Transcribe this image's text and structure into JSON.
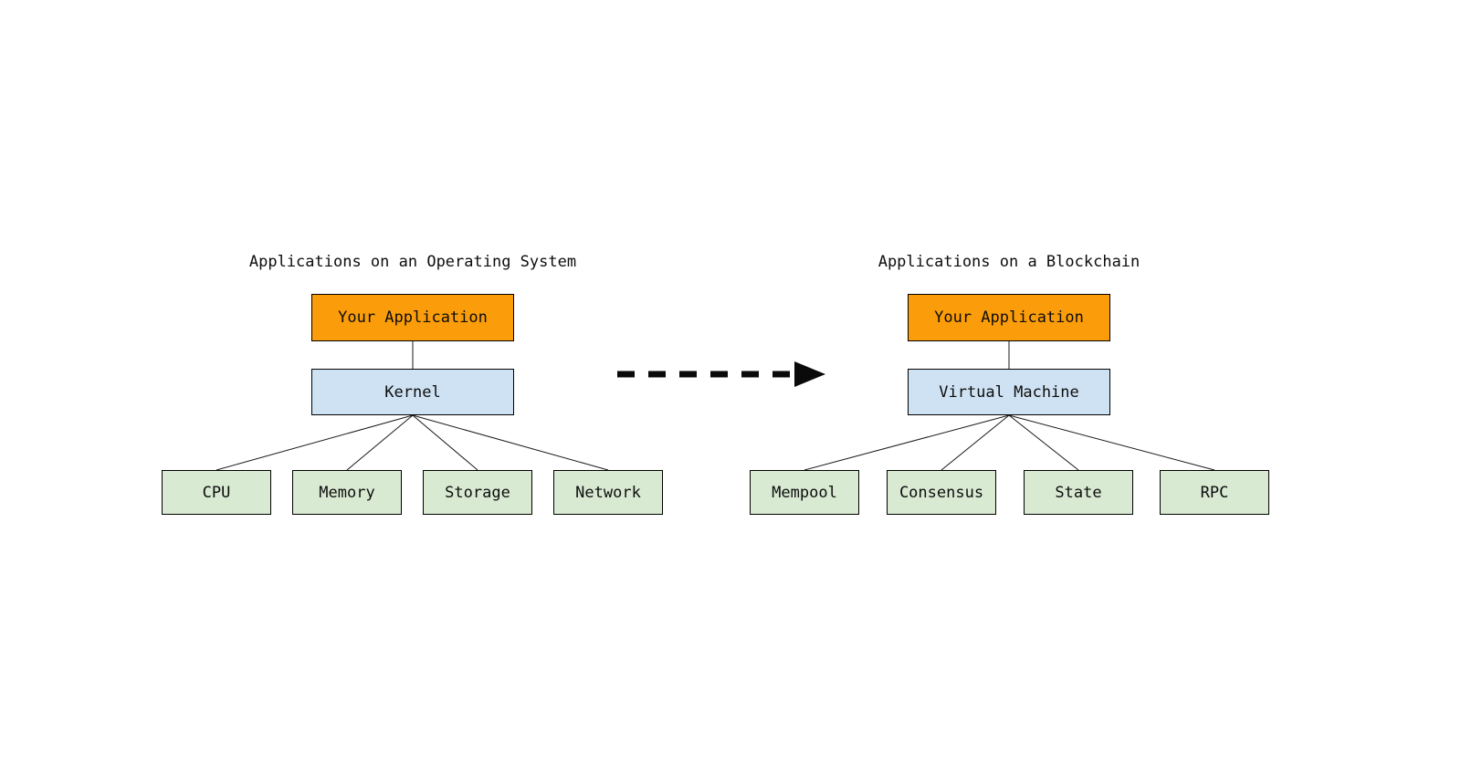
{
  "colors": {
    "application_fill": "#FB9D0A",
    "middle_fill": "#CFE2F3",
    "component_fill": "#D9EAD3",
    "box_border": "#000000",
    "connector_line": "#1a1a1a",
    "arrow": "#0a0a0a",
    "background": "#ffffff"
  },
  "left_diagram": {
    "title": "Applications on an Operating System",
    "application_label": "Your Application",
    "middle_label": "Kernel",
    "components": [
      "CPU",
      "Memory",
      "Storage",
      "Network"
    ]
  },
  "right_diagram": {
    "title": "Applications on a Blockchain",
    "application_label": "Your Application",
    "middle_label": "Virtual Machine",
    "components": [
      "Mempool",
      "Consensus",
      "State",
      "RPC"
    ]
  }
}
